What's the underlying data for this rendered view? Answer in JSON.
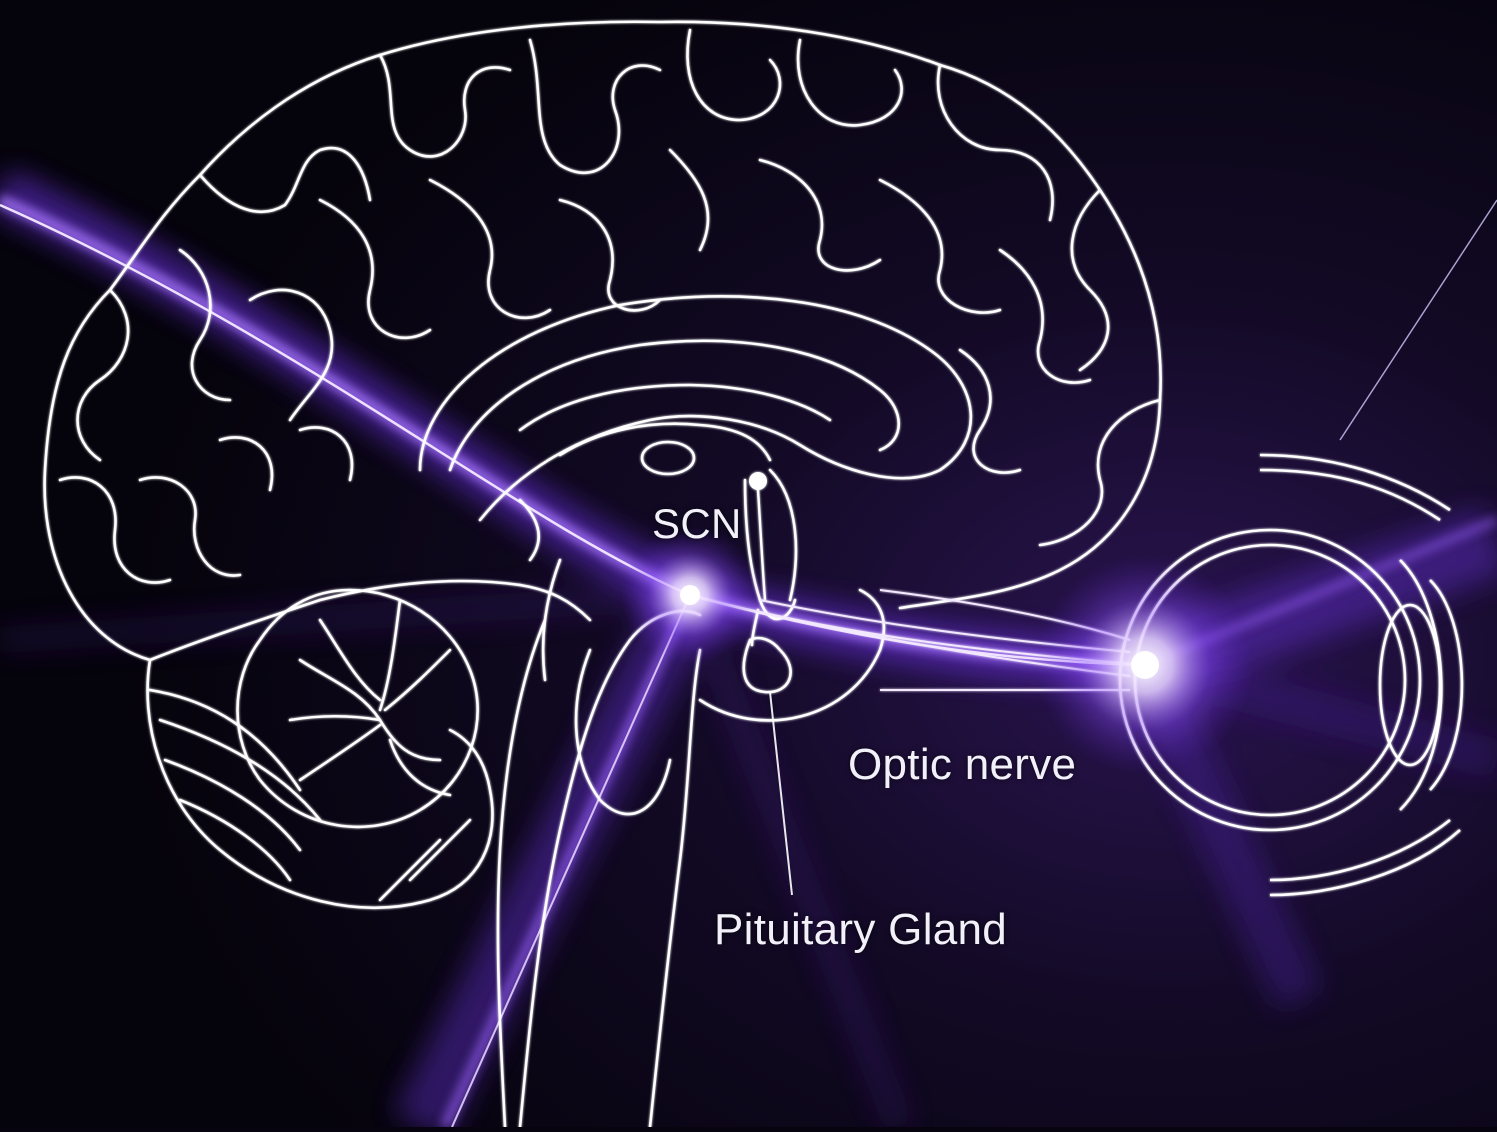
{
  "diagram": {
    "labels": {
      "scn": "SCN",
      "optic_nerve": "Optic nerve",
      "pituitary": "Pituitary Gland"
    },
    "colors": {
      "background": "#07040f",
      "outline": "#ffffff",
      "light_beam": "#8b4dff",
      "glow": "#e8d6ff"
    }
  }
}
